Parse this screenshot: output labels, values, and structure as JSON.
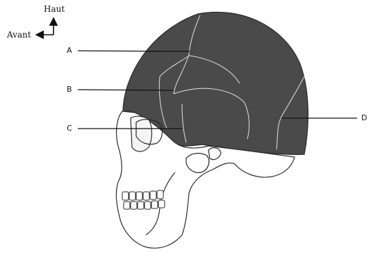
{
  "orientation": {
    "up_label": "Haut",
    "forward_label": "Avant"
  },
  "labels": {
    "a": "A",
    "b": "B",
    "c": "C",
    "d": "D"
  },
  "colors": {
    "bone_fill": "#4a4a4a",
    "suture_line": "#d6d6d6",
    "outline": "#2a2a2a",
    "background": "#ffffff"
  }
}
